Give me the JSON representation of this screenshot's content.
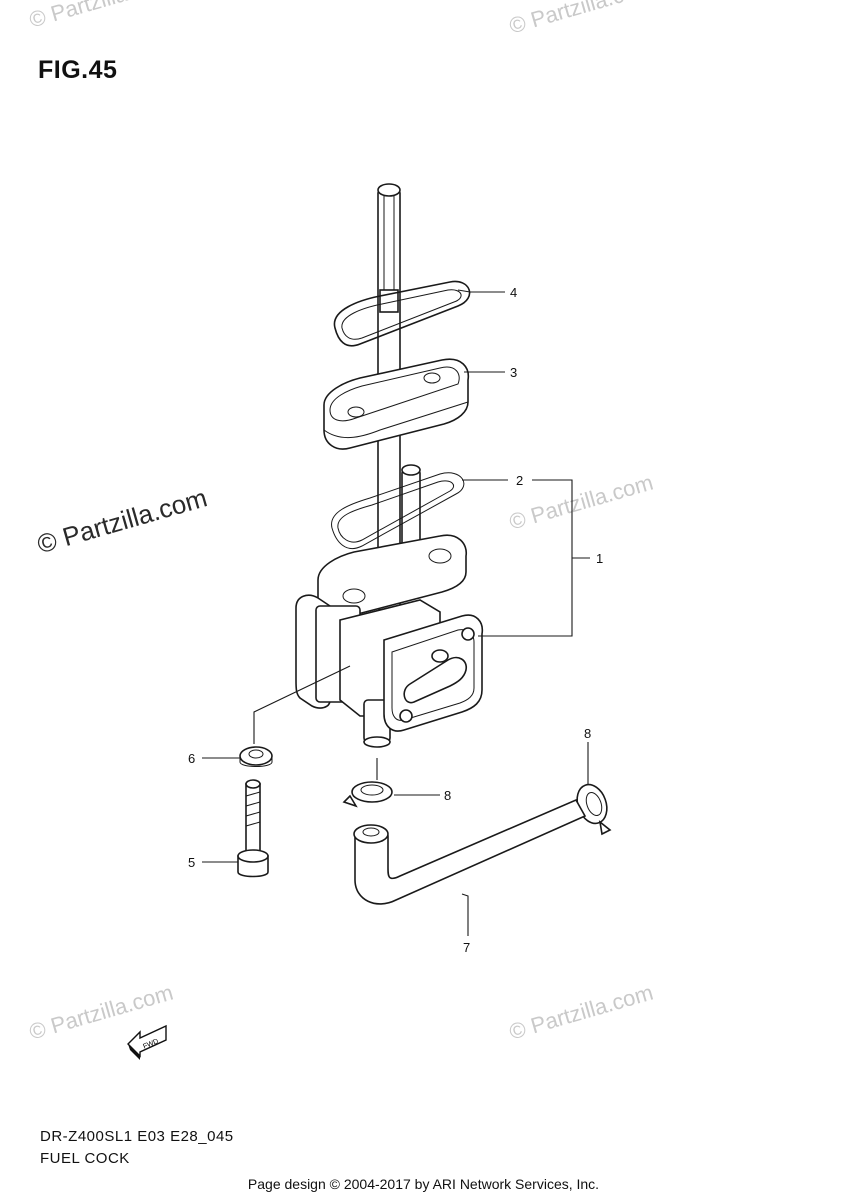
{
  "figure": {
    "title": "FIG.45"
  },
  "watermarks": {
    "main": "© Partzilla.com",
    "faint": "© Partzilla.com"
  },
  "callouts": {
    "c1": "1",
    "c2": "2",
    "c3": "3",
    "c4": "4",
    "c5": "5",
    "c6": "6",
    "c7": "7",
    "c8a": "8",
    "c8b": "8"
  },
  "fwd_label": "FWD",
  "model_code": "DR-Z400SL1 E03 E28_045",
  "section_name": "FUEL COCK",
  "footer": "Page design © 2004-2017 by ARI Network Services, Inc."
}
